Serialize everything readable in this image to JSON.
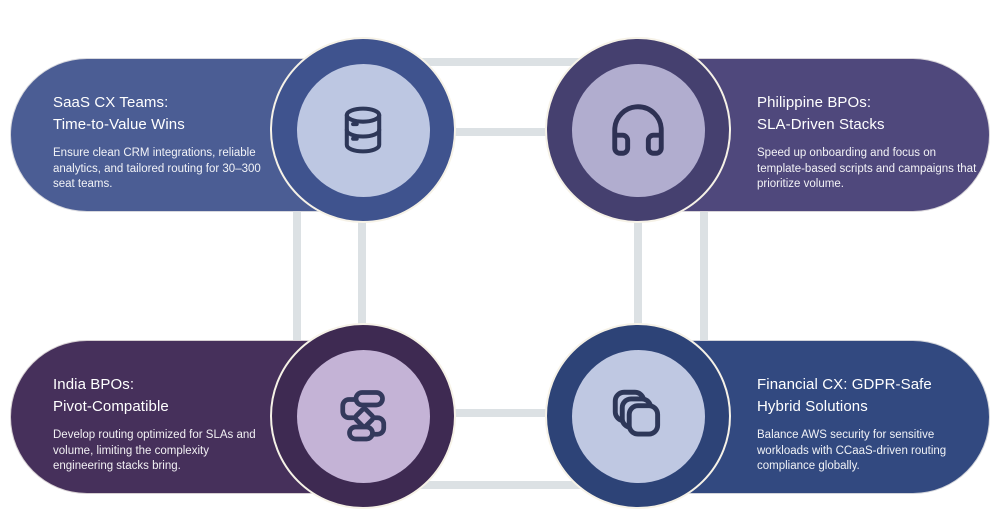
{
  "canvas": {
    "background": "#ffffff",
    "connector_color": "#dce1e4",
    "circle_outline_color": "#f6f2e7"
  },
  "cards": [
    {
      "id": "saas-cx-teams",
      "position": "top-left",
      "title": "SaaS CX Teams:\nTime-to-Value Wins",
      "body": "Ensure clean CRM integrations, reliable\nanalytics, and tailored routing for 30–300\nseat teams.",
      "icon": "database-icon",
      "colors": {
        "card": "#4b5d94",
        "ring": "#3f538e",
        "inner": "#bdc7e2",
        "icon": "#2d3758"
      }
    },
    {
      "id": "philippine-bpos",
      "position": "top-right",
      "title": "Philippine BPOs:\nSLA-Driven Stacks",
      "body": "Speed up onboarding and focus on\ntemplate-based scripts and campaigns that\nprioritize volume.",
      "icon": "headphones-icon",
      "colors": {
        "card": "#4f487c",
        "ring": "#45406f",
        "inner": "#b1adcf",
        "icon": "#2e3154"
      }
    },
    {
      "id": "india-bpos",
      "position": "bottom-left",
      "title": "India BPOs:\nPivot-Compatible",
      "body": "Develop routing optimized for SLAs and\nvolume, limiting the complexity\nengineering stacks bring.",
      "icon": "workflow-icon",
      "colors": {
        "card": "#46305b",
        "ring": "#3e2a52",
        "inner": "#c4b3d6",
        "icon": "#33395c"
      }
    },
    {
      "id": "financial-cx",
      "position": "bottom-right",
      "title": "Financial CX: GDPR-Safe\nHybrid Solutions",
      "body": "Balance AWS security for sensitive\nworkloads with CCaaS-driven routing\ncompliance globally.",
      "icon": "stacked-squares-icon",
      "colors": {
        "card": "#324980",
        "ring": "#2d4377",
        "inner": "#bfc8e2",
        "icon": "#2d3758"
      }
    }
  ]
}
